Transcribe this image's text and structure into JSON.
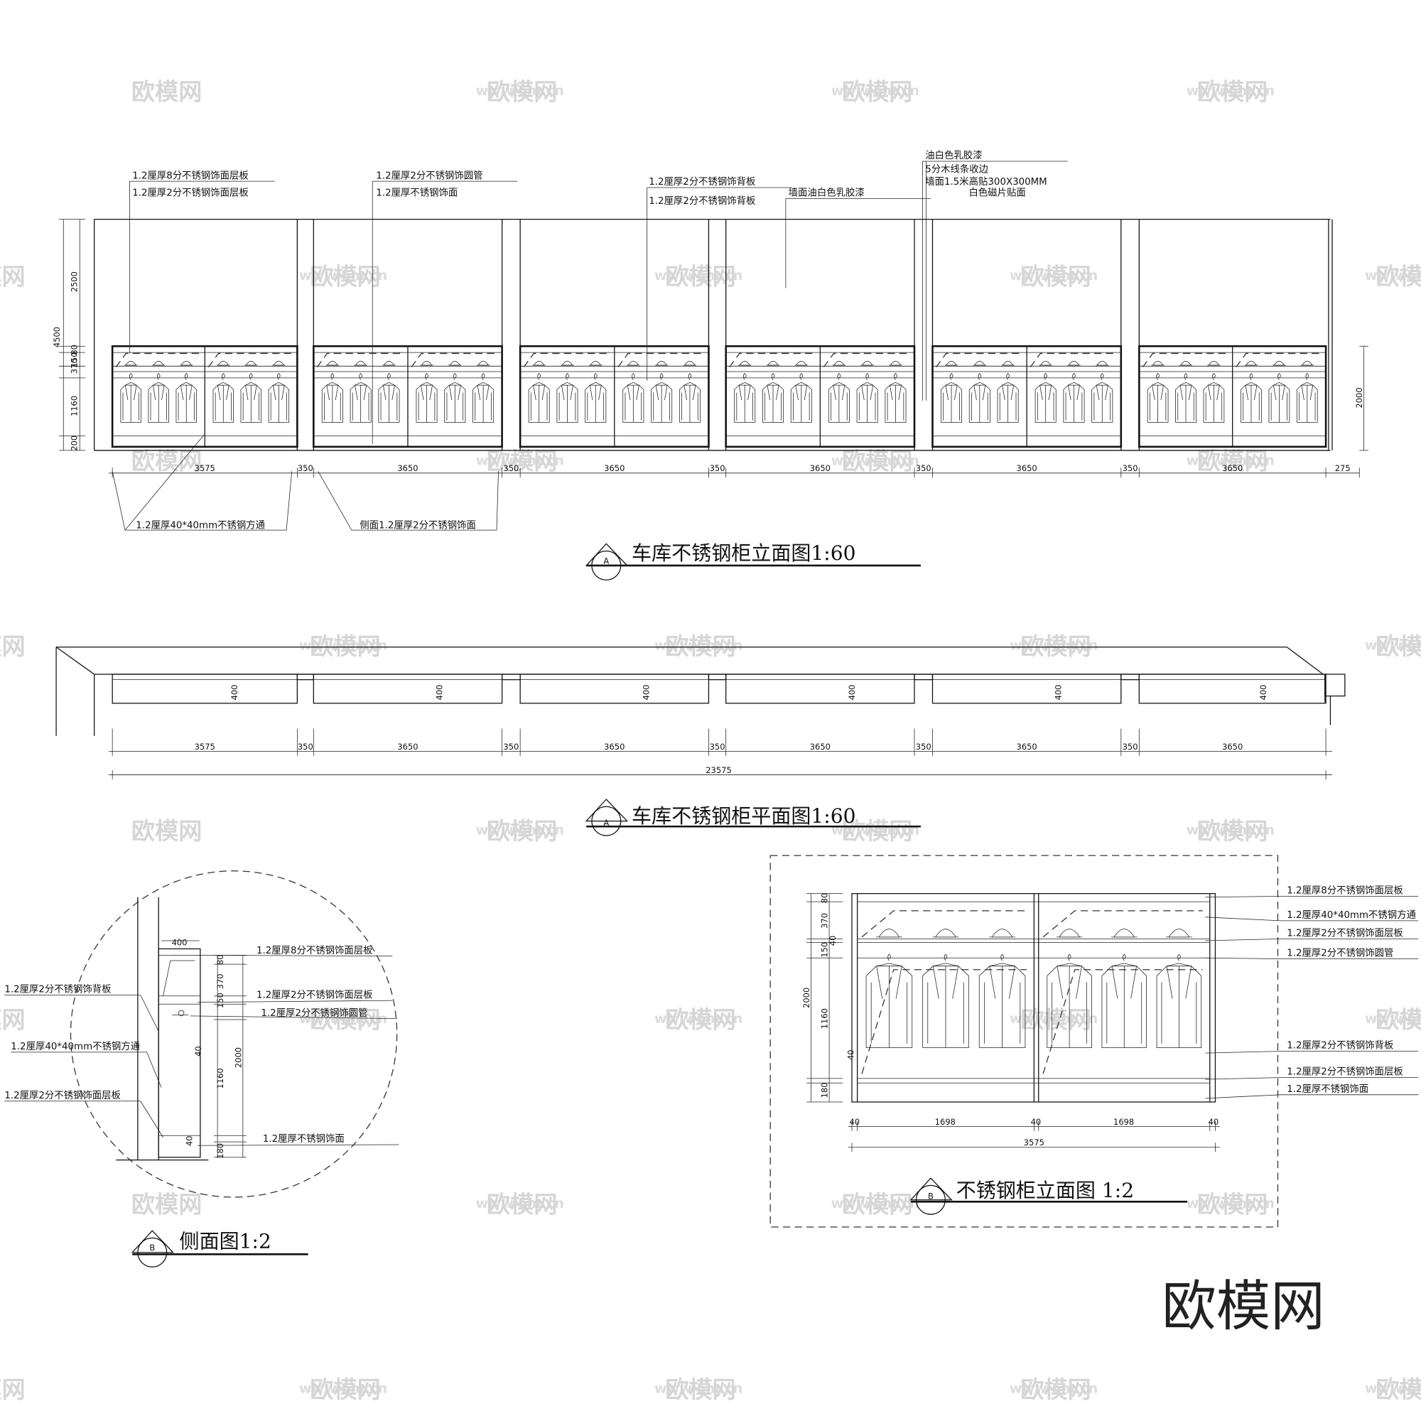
{
  "watermarks": {
    "brand": "欧模网",
    "url": "www.om.cn",
    "url_short": "om.cn"
  },
  "logo": "欧模网",
  "elevation": {
    "title": "车库不锈钢柜立面图1:60",
    "marker": "A",
    "notes_top": [
      [
        "1.2厘厚8分不锈钢饰面层板",
        "1.2厘厚2分不锈钢饰面层板"
      ],
      [
        "1.2厘厚2分不锈钢饰圆管",
        "1.2厘厚不锈钢饰面"
      ],
      [
        "1.2厘厚2分不锈钢饰背板",
        "1.2厘厚2分不锈钢饰背板"
      ],
      [
        "墙面油白色乳胶漆"
      ],
      [
        "油白色乳胶漆",
        "5分木线条收边",
        "墙面1.5米高贴300X300MM",
        "白色磁片贴面"
      ]
    ],
    "notes_bottom": [
      "1.2厘厚40*40mm不锈钢方通",
      "侧面1.2厘厚2分不锈钢饰面"
    ],
    "left_dims": [
      "4500",
      "2500",
      "80",
      "150",
      "370",
      "1160",
      "200"
    ],
    "right_dim": "2000",
    "bay_dims": [
      "3575",
      "350",
      "3650",
      "350",
      "3650",
      "350",
      "3650",
      "350",
      "3650",
      "350",
      "3650",
      "275"
    ]
  },
  "plan": {
    "title": "车库不锈钢柜平面图1:60",
    "marker": "A",
    "depth_labels": [
      "400",
      "400",
      "400",
      "400",
      "400",
      "400"
    ],
    "bay_dims": [
      "3575",
      "350",
      "3650",
      "350",
      "3650",
      "350",
      "3650",
      "350",
      "3650",
      "350",
      "3650"
    ],
    "total": "23575"
  },
  "side": {
    "title": "侧面图1:2",
    "marker": "B",
    "depth": "400",
    "dims": [
      "80",
      "370",
      "150",
      "40",
      "1160",
      "40",
      "180",
      "2000"
    ],
    "notes": [
      "1.2厘厚8分不锈钢饰面层板",
      "1.2厘厚2分不锈钢饰背板",
      "1.2厘厚2分不锈钢饰面层板",
      "1.2厘厚2分不锈钢饰圆管",
      "1.2厘厚40*40mm不锈钢方通",
      "1.2厘厚2分不锈钢饰面层板",
      "1.2厘厚不锈钢饰面"
    ]
  },
  "detail": {
    "title": "不锈钢柜立面图 1:2",
    "marker": "B",
    "left_dims": [
      "80",
      "370",
      "40",
      "150",
      "1160",
      "40",
      "180",
      "2000"
    ],
    "bottom_dims": [
      "40",
      "1698",
      "40",
      "1698",
      "40"
    ],
    "total": "3575",
    "notes": [
      "1.2厘厚8分不锈钢饰面层板",
      "1.2厘厚40*40mm不锈钢方通",
      "1.2厘厚2分不锈钢饰面层板",
      "1.2厘厚2分不锈钢饰圆管",
      "1.2厘厚2分不锈钢饰背板",
      "1.2厘厚2分不锈钢饰面层板",
      "1.2厘厚不锈钢饰面"
    ]
  }
}
